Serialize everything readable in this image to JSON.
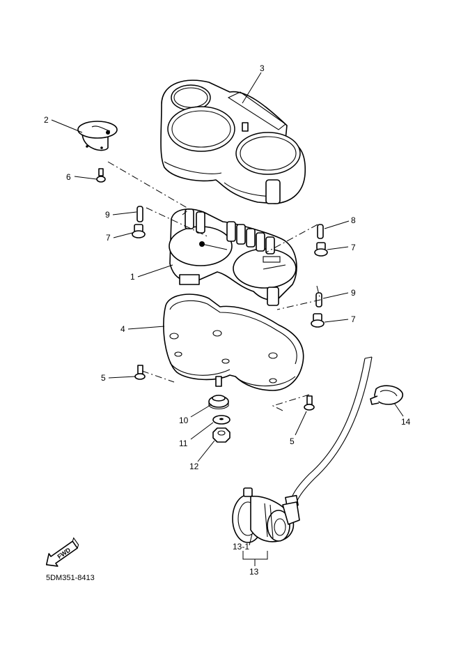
{
  "callouts": {
    "c1": "1",
    "c2": "2",
    "c3": "3",
    "c4": "4",
    "c5a": "5",
    "c5b": "5",
    "c6": "6",
    "c7a": "7",
    "c7b": "7",
    "c7c": "7",
    "c8": "8",
    "c9a": "9",
    "c9b": "9",
    "c10": "10",
    "c11": "11",
    "c12": "12",
    "c13": "13",
    "c13_1": "13-1",
    "c14": "14"
  },
  "fwd_label": "FWD",
  "diagram_code": "5DM351-8413"
}
